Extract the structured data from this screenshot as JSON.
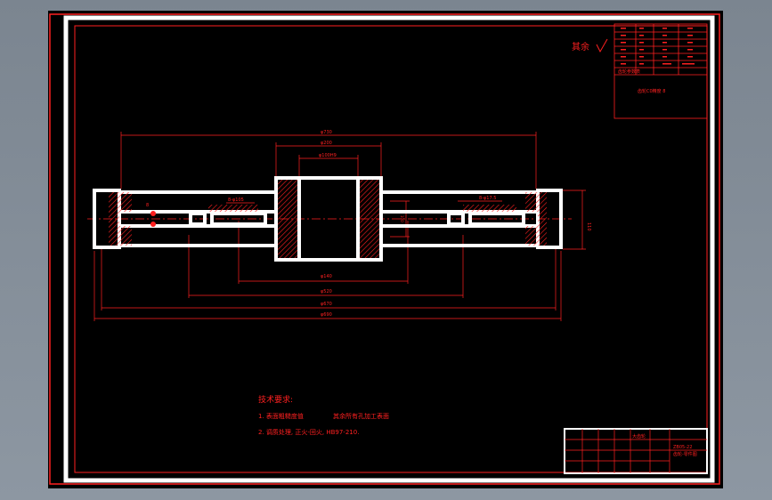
{
  "drawing": {
    "roughness_note": "其余",
    "dimensions": {
      "d730": "φ730",
      "d200": "φ200",
      "d100h9": "φ100H9",
      "d140": "φ140",
      "d520": "φ520",
      "d670": "φ670",
      "d690": "φ690",
      "height": "110",
      "inner_height": "100",
      "hole_left": "8-φ105",
      "hole_right": "8-φ17.5",
      "marker": "8"
    },
    "tech_requirements": {
      "title": "技术要求:",
      "line1": "1. 表面粗糙度值",
      "line1b": "其余所有孔加工表面",
      "line2": "2. 调质处理, 正火-回火, HB97-210."
    },
    "param_table": {
      "header": "齿轮参数表",
      "title_cell": "齿轮C0精度 8"
    },
    "title_block": {
      "part_name": "大齿轮",
      "drawing_no": "ZB05-22",
      "material": "齿轮-零件图"
    }
  }
}
